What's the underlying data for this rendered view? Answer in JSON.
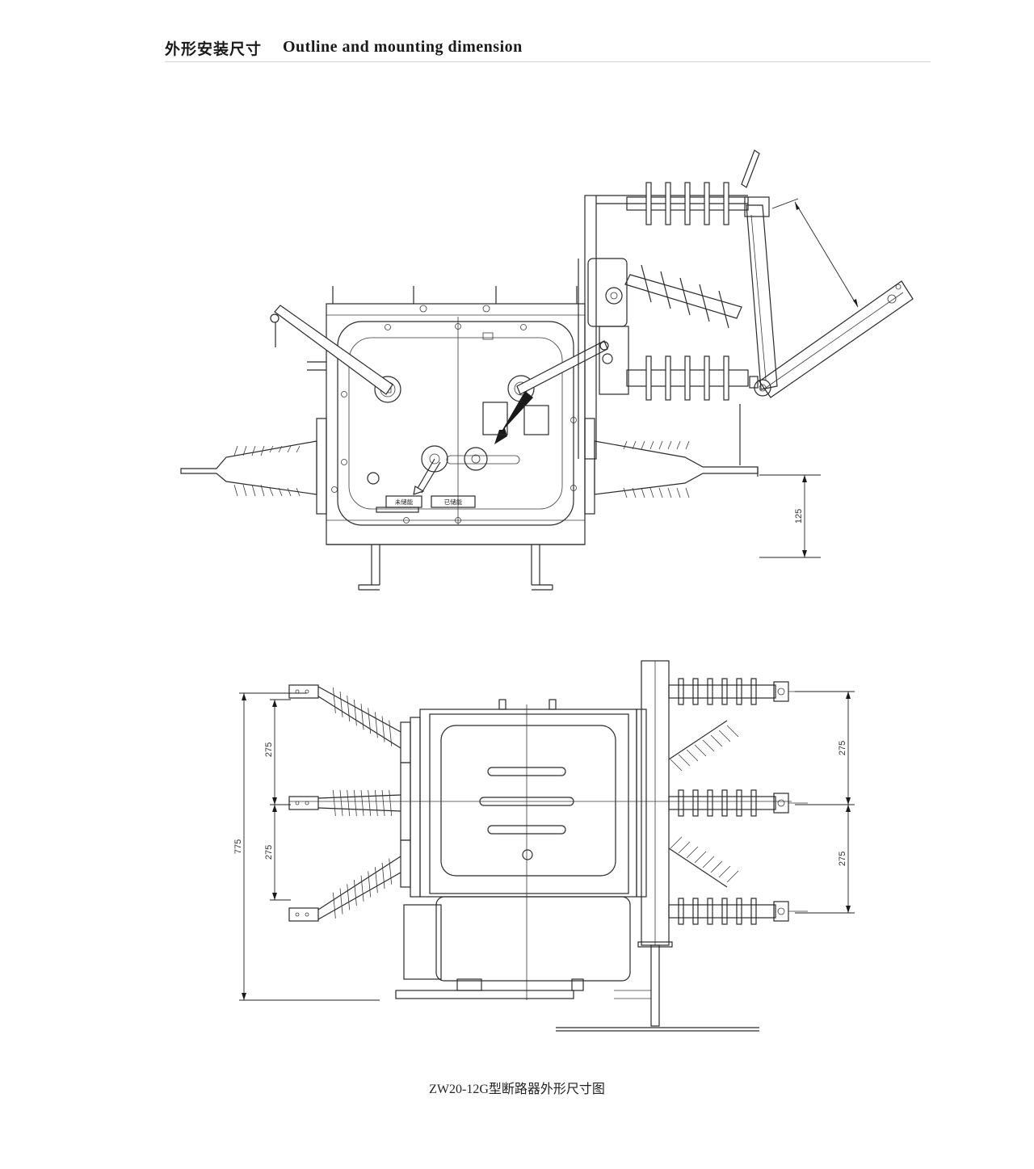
{
  "header": {
    "title_cn": "外形安装尺寸",
    "title_en": "Outline and mounting dimension"
  },
  "front_view": {
    "dimension_height": "125",
    "label_not_charged": "未储能",
    "label_charged": "已储能"
  },
  "top_view": {
    "dimension_total": "775",
    "dimension_left_upper": "275",
    "dimension_left_lower": "275",
    "dimension_right_upper": "275",
    "dimension_right_lower": "275"
  },
  "caption": "ZW20-12G型断路器外形尺寸图"
}
